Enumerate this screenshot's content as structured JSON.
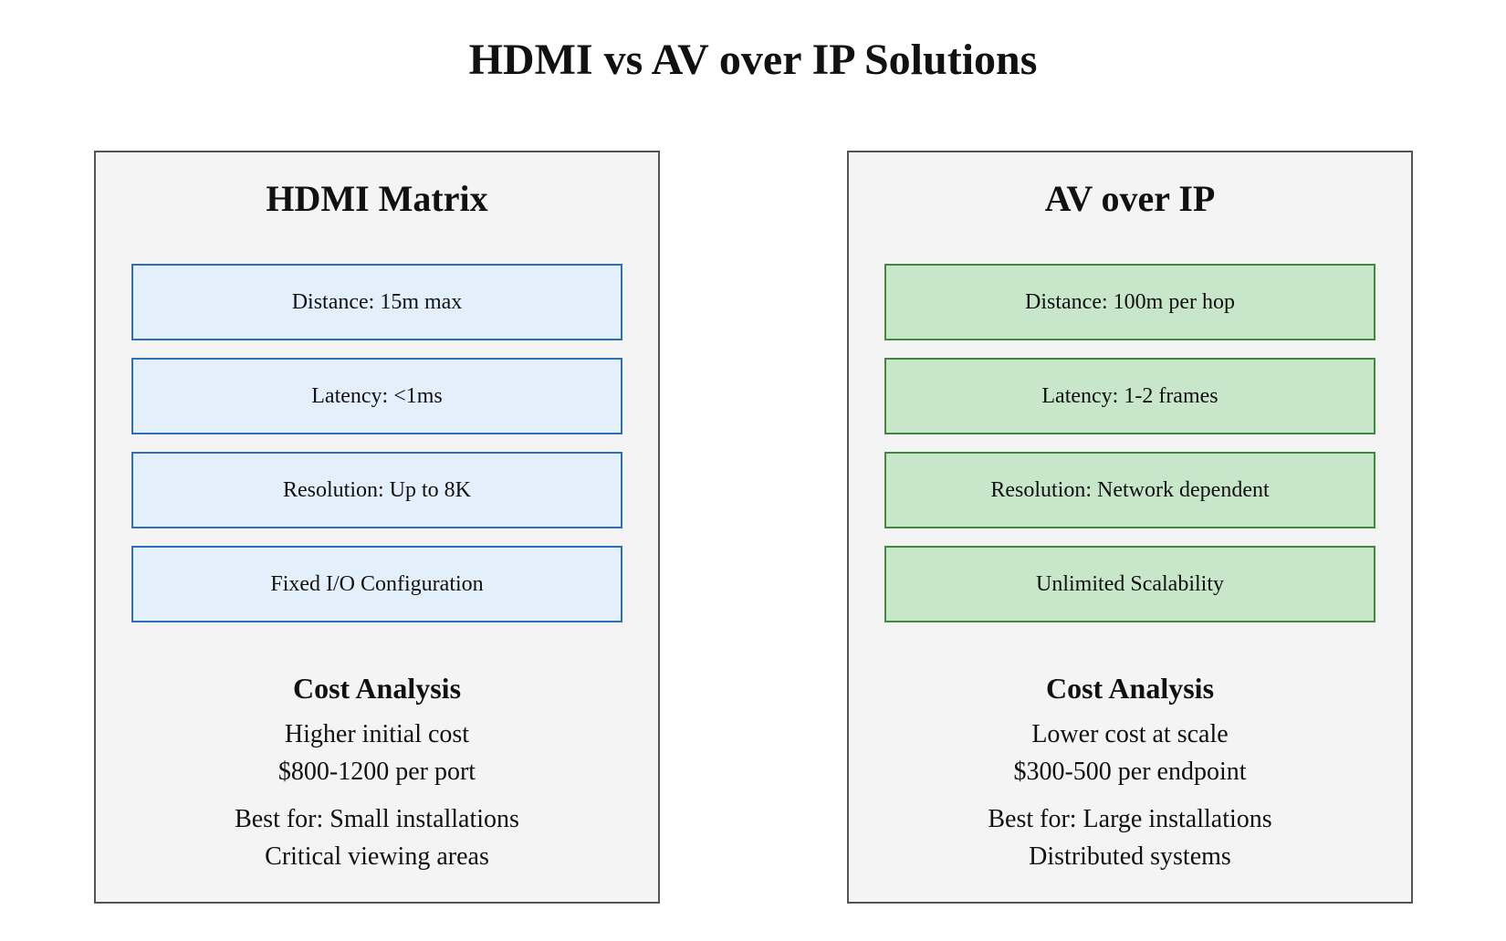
{
  "title": "HDMI vs AV over IP Solutions",
  "colors": {
    "hdmi_fill": "#e3f0fb",
    "hdmi_border": "#2f6db5",
    "avip_fill": "#c8e6c9",
    "avip_border": "#3f8a3f"
  },
  "panels": [
    {
      "title": "HDMI Matrix",
      "features": [
        "Distance: 15m max",
        "Latency: <1ms",
        "Resolution: Up to 8K",
        "Fixed I/O Configuration"
      ],
      "cost_title": "Cost Analysis",
      "cost_lines": [
        "Higher initial cost",
        "$800-1200 per port",
        "Best for: Small installations",
        "Critical viewing areas"
      ]
    },
    {
      "title": "AV over IP",
      "features": [
        "Distance: 100m per hop",
        "Latency: 1-2 frames",
        "Resolution: Network dependent",
        "Unlimited Scalability"
      ],
      "cost_title": "Cost Analysis",
      "cost_lines": [
        "Lower cost at scale",
        "$300-500 per endpoint",
        "Best for: Large installations",
        "Distributed systems"
      ]
    }
  ]
}
